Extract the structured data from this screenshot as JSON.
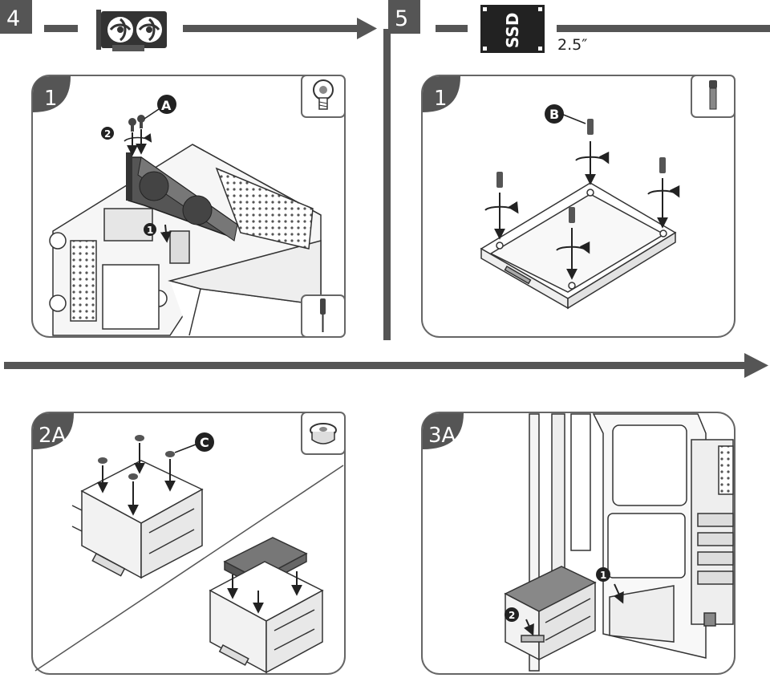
{
  "steps": {
    "gpu_step": {
      "number": "4",
      "icon": "gpu-icon"
    },
    "ssd_step": {
      "number": "5",
      "badge": "SSD",
      "size_label": "2.5″",
      "icon": "ssd-icon"
    }
  },
  "panels": {
    "gpu_install": {
      "label": "1",
      "callout_screw": "A",
      "order_first": "1",
      "order_second": "2",
      "tool_top": "thumbscrew-icon",
      "tool_bottom": "screwdriver-icon"
    },
    "ssd_mount": {
      "label": "1",
      "callout_screw": "B",
      "tool_top": "ssd-screw-icon"
    },
    "hdd_cage": {
      "label": "2A",
      "callout_grommet": "C",
      "tool_top": "rubber-grommet-icon"
    },
    "cage_insert": {
      "label": "3A",
      "order_first": "1",
      "order_second": "2"
    }
  },
  "colors": {
    "accent": "#555555",
    "line": "#333333",
    "panel_border": "#666666"
  }
}
